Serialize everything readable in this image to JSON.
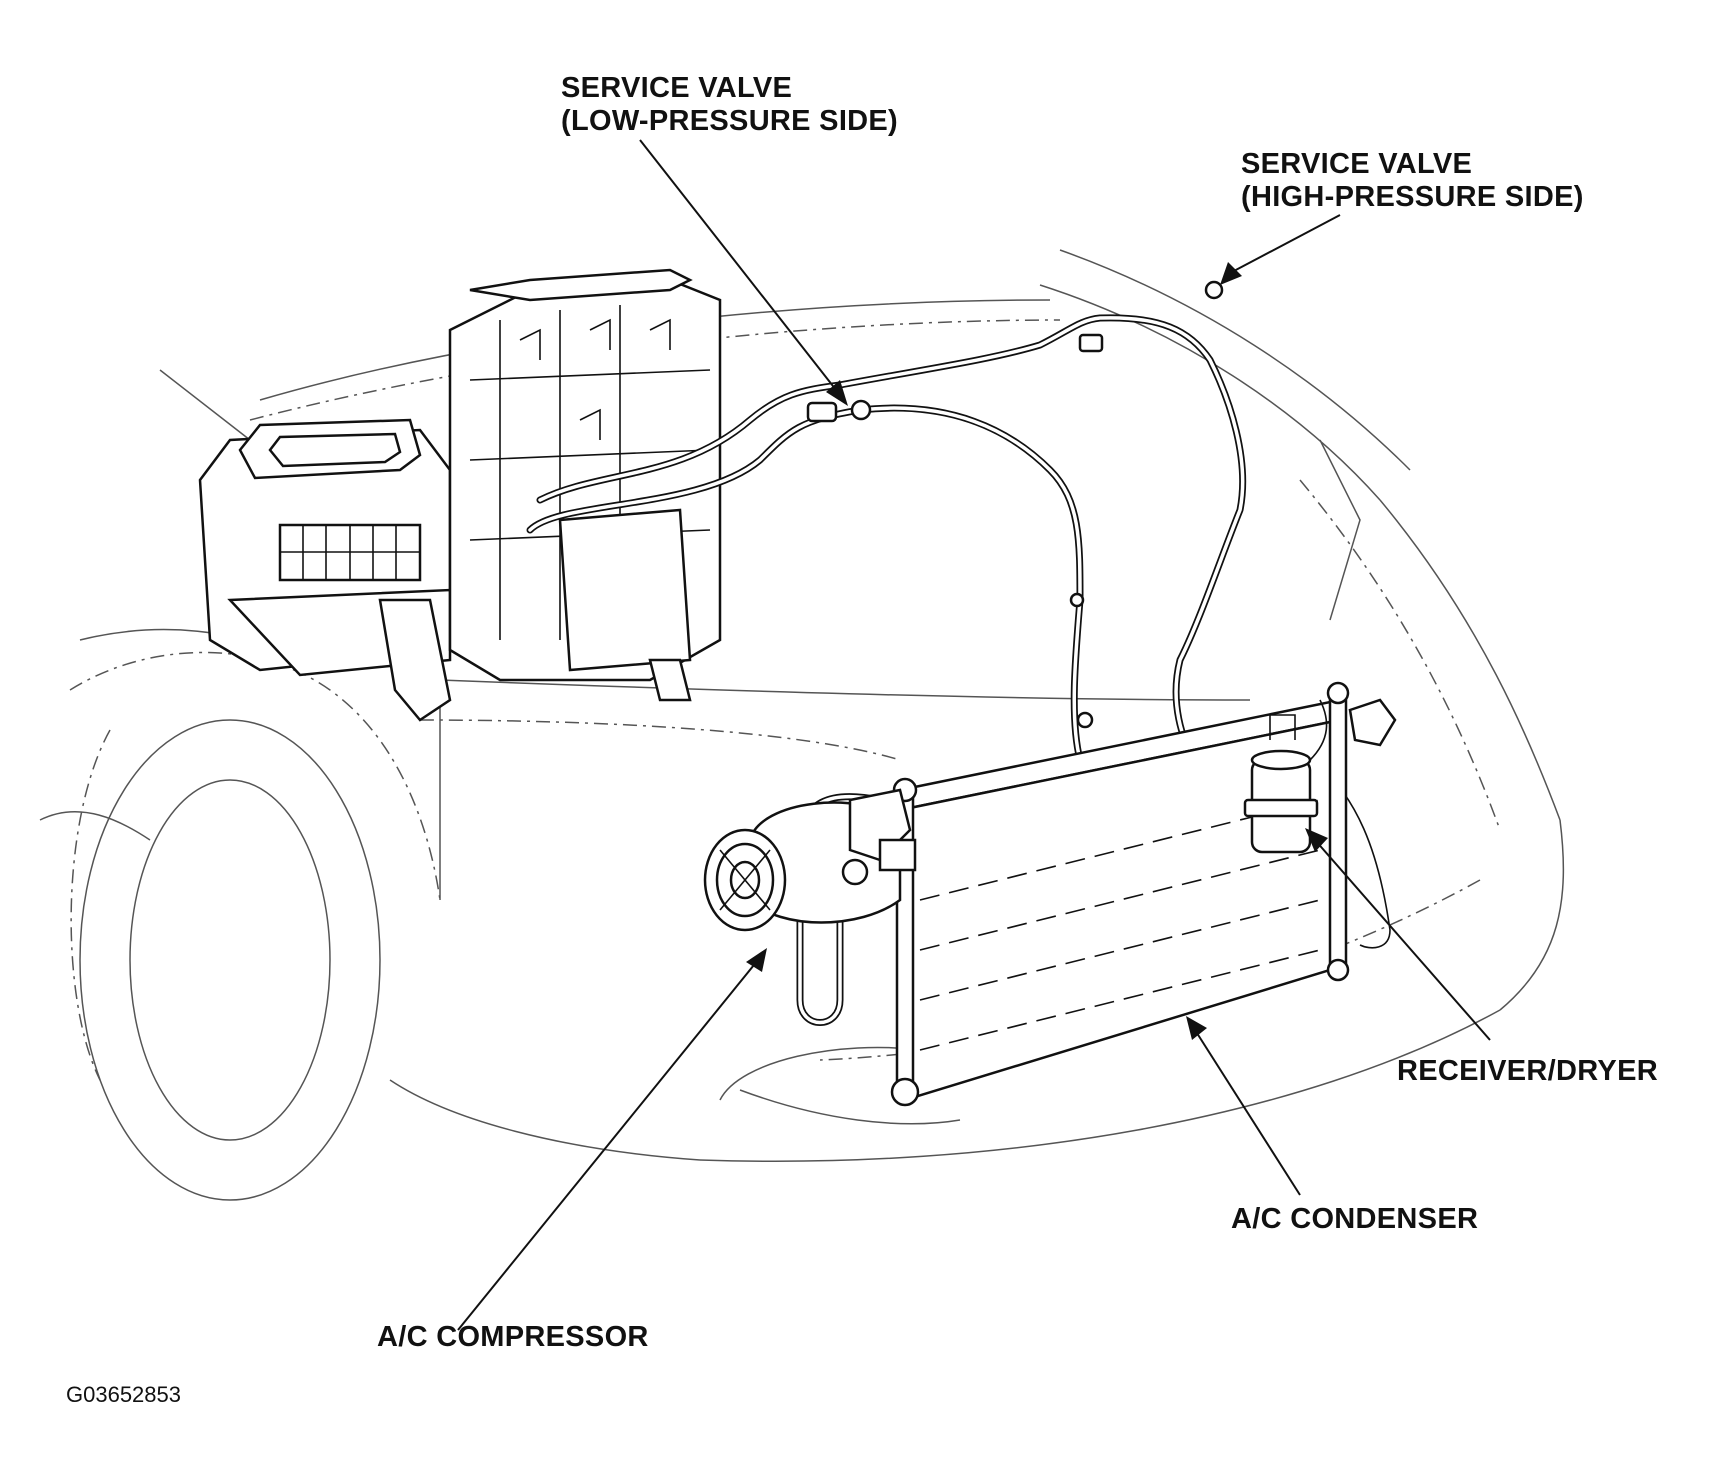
{
  "labels": {
    "service_valve_low": [
      "SERVICE VALVE",
      "(LOW-PRESSURE SIDE)"
    ],
    "service_valve_high": [
      "SERVICE VALVE",
      "(HIGH-PRESSURE SIDE)"
    ],
    "receiver_dryer": "RECEIVER/DRYER",
    "ac_condenser": "A/C CONDENSER",
    "ac_compressor": "A/C COMPRESSOR"
  },
  "figure_id": "G03652853",
  "colors": {
    "ink": "#111111",
    "body_outline": "#555555",
    "background": "#ffffff"
  }
}
